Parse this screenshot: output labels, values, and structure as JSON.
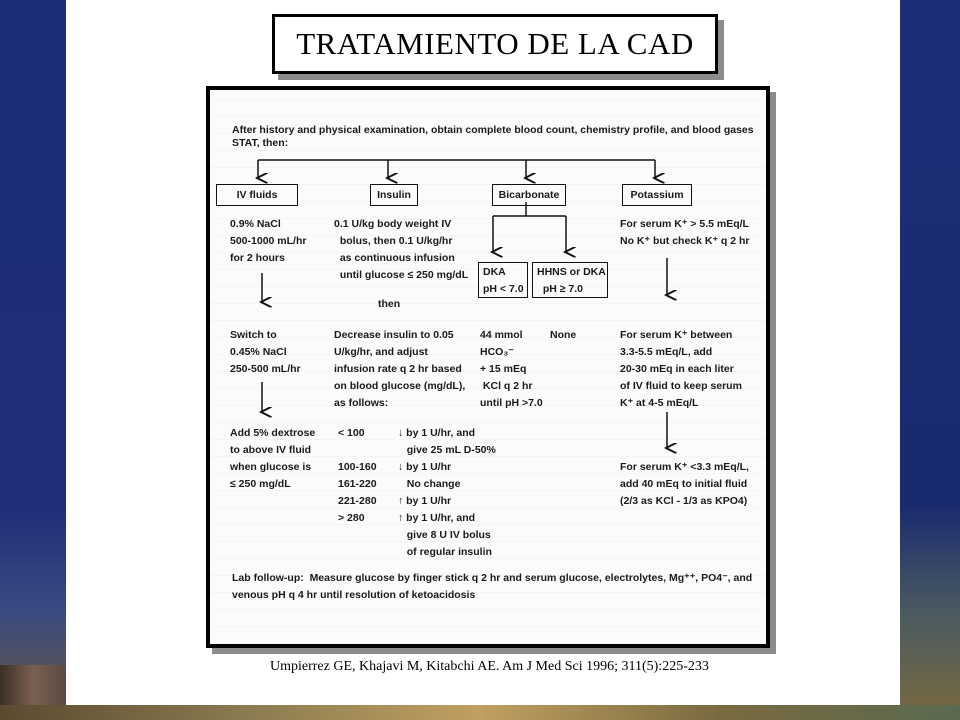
{
  "title": "TRATAMIENTO DE LA CAD",
  "citation": "Umpierrez GE, Khajavi M, Kitabchi AE. Am J Med Sci 1996; 311(5):225-233",
  "flowchart": {
    "intro_line1": "After history and physical examination, obtain complete blood count, chemistry profile, and blood gases",
    "intro_line2": "STAT, then:",
    "columns": {
      "iv_fluids": {
        "header": "IV fluids",
        "step1": [
          "0.9% NaCl",
          "500-1000 mL/hr",
          "for 2 hours"
        ],
        "step2": [
          "Switch to",
          "0.45% NaCl",
          "250-500 mL/hr"
        ],
        "step3": [
          "Add 5% dextrose",
          "to above IV fluid",
          "when glucose is",
          "≤ 250 mg/dL"
        ]
      },
      "insulin": {
        "header": "Insulin",
        "step1": [
          "0.1 U/kg body weight IV",
          "  bolus, then 0.1 U/kg/hr",
          "  as continuous infusion",
          "  until glucose ≤ 250 mg/dL"
        ],
        "then": "then",
        "step2": [
          "Decrease insulin to 0.05",
          "U/kg/hr, and adjust",
          "infusion rate q 2 hr based",
          "on blood glucose (mg/dL),",
          "as follows:"
        ],
        "table": [
          {
            "range": "< 100",
            "action": "↓ by 1 U/hr, and"
          },
          {
            "range": "",
            "action": "   give 25 mL D-50%"
          },
          {
            "range": "100-160",
            "action": "↓ by 1 U/hr"
          },
          {
            "range": "161-220",
            "action": "   No change"
          },
          {
            "range": "221-280",
            "action": "↑ by 1 U/hr"
          },
          {
            "range": "> 280",
            "action": "↑ by 1 U/hr, and"
          },
          {
            "range": "",
            "action": "   give 8 U IV bolus"
          },
          {
            "range": "",
            "action": "   of regular insulin"
          }
        ]
      },
      "bicarbonate": {
        "header": "Bicarbonate",
        "dka_box": [
          "DKA",
          "pH < 7.0"
        ],
        "hhns_box": [
          "HHNS or DKA",
          "  pH ≥ 7.0"
        ],
        "dka_treatment": [
          "44 mmol",
          "HCO₃⁻",
          "+ 15 mEq",
          " KCl q 2 hr",
          "until pH >7.0"
        ],
        "hhns_treatment": "None"
      },
      "potassium": {
        "header": "Potassium",
        "step1": [
          "For serum K⁺ > 5.5 mEq/L",
          "No K⁺ but check K⁺ q 2 hr"
        ],
        "step2": [
          "For serum K⁺ between",
          "3.3-5.5 mEq/L, add",
          "20-30 mEq in each liter",
          "of IV fluid to keep serum",
          "K⁺ at 4-5 mEq/L"
        ],
        "step3": [
          "For serum K⁺ <3.3 mEq/L,",
          "add 40 mEq to initial fluid",
          "(2/3 as KCl - 1/3 as KPO4)"
        ]
      }
    },
    "footer_line1": "Lab follow-up:  Measure glucose by finger stick q 2 hr and serum glucose, electrolytes, Mg⁺⁺, PO4⁻, and",
    "footer_line2": "venous pH q 4 hr until resolution of ketoacidosis"
  }
}
